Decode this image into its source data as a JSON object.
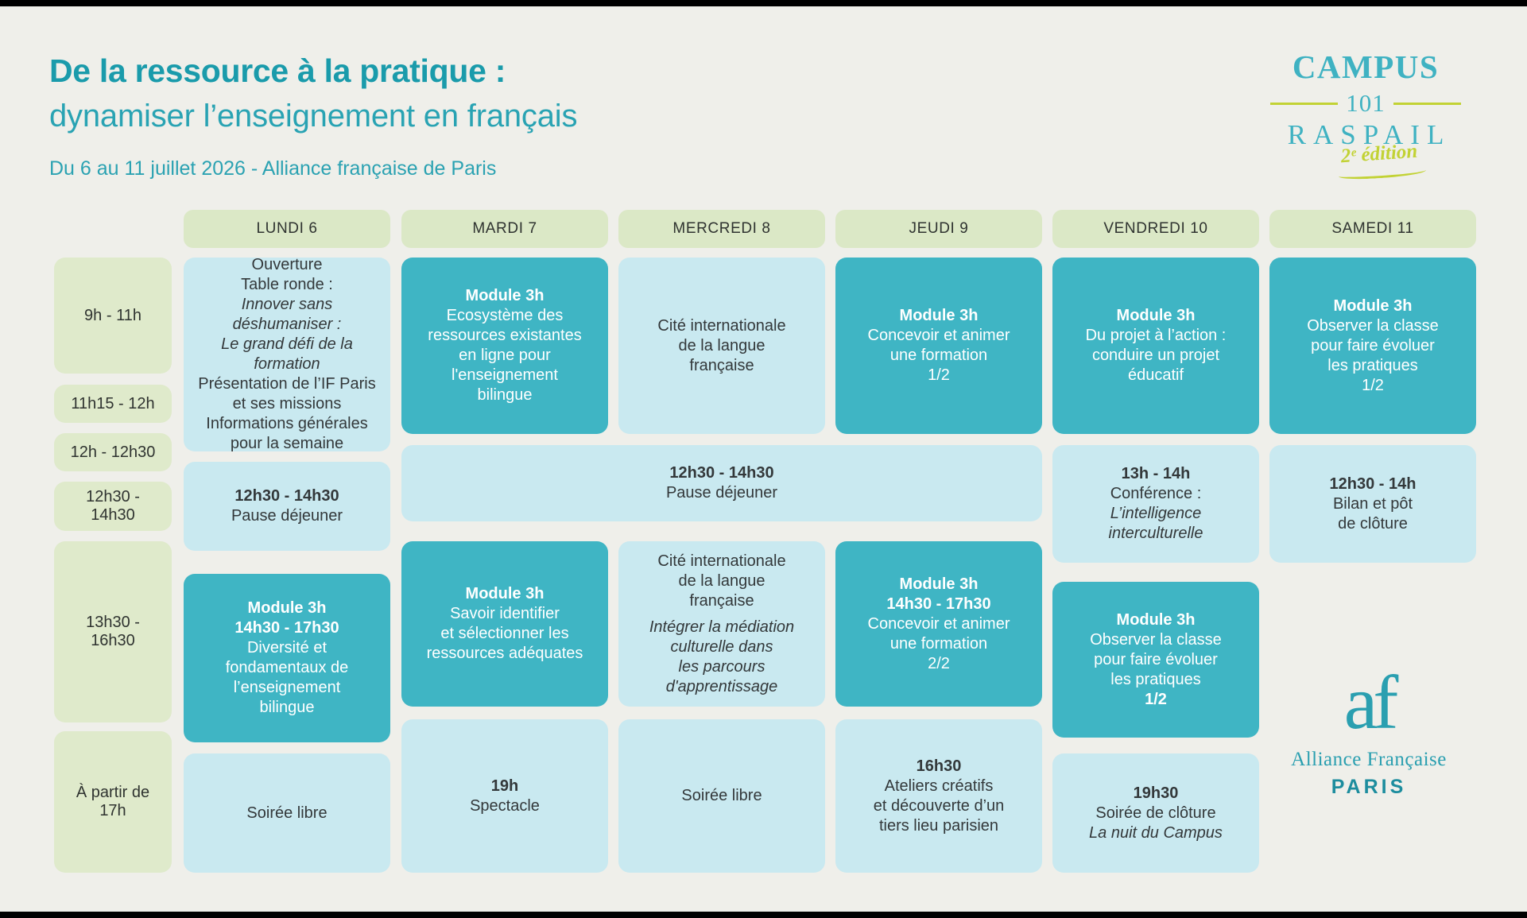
{
  "header": {
    "title_bold": "De la ressource à la pratique :",
    "title_light": "dynamiser l’enseignement en français",
    "subtitle": "Du 6 au 11 juillet 2026 - Alliance française de Paris"
  },
  "campus_logo": {
    "campus": "CAMPUS",
    "number": "101",
    "raspail": "RASPAIL",
    "edition": "2ᵉ édition"
  },
  "af_logo": {
    "mark": "af",
    "name": "Alliance  Française",
    "city": "PARIS"
  },
  "colors": {
    "page_background": "#efefea",
    "teal": "#3fb5c4",
    "light_blue": "#c9e9f0",
    "green": "#dfeacb",
    "title_teal": "#1a9bab",
    "olive": "#c2d234",
    "text_dark": "#33383a"
  },
  "days": [
    {
      "label": "LUNDI 6"
    },
    {
      "label": "MARDI 7"
    },
    {
      "label": "MERCREDI 8"
    },
    {
      "label": "JEUDI 9"
    },
    {
      "label": "VENDREDI 10"
    },
    {
      "label": "SAMEDI 11"
    }
  ],
  "time_slots": [
    {
      "label": "9h - 11h"
    },
    {
      "label": "11h15 - 12h"
    },
    {
      "label": "12h - 12h30"
    },
    {
      "label": "12h30 - 14h30"
    },
    {
      "label": "13h30 - 16h30"
    },
    {
      "label": "À partir de 17h"
    }
  ],
  "cells": {
    "mon_morning": {
      "l1": "Ouverture",
      "l2": "Table ronde :",
      "l3": "Innover sans",
      "l4": "déshumaniser :",
      "l5": "Le grand défi de la",
      "l6": "formation",
      "l7": "Présentation de l’IF Paris",
      "l8": "et ses missions",
      "l9": "Informations générales",
      "l10": "pour la semaine"
    },
    "tue_morning": {
      "head": "Module 3h",
      "l1": "Ecosystème des",
      "l2": "ressources existantes",
      "l3": "en ligne pour",
      "l4": "l'enseignement",
      "l5": "bilingue"
    },
    "wed_morning": {
      "l1": "Cité internationale",
      "l2": "de la langue",
      "l3": "française"
    },
    "thu_morning": {
      "head": "Module 3h",
      "l1": "Concevoir et animer",
      "l2": "une formation",
      "l3": "1/2"
    },
    "fri_morning": {
      "head": "Module 3h",
      "l1": "Du projet à l’action :",
      "l2": "conduire un projet",
      "l3": "éducatif"
    },
    "sat_morning": {
      "head": "Module 3h",
      "l1": "Observer la classe",
      "l2": "pour faire évoluer",
      "l3": "les pratiques",
      "l4": "1/2"
    },
    "mon_lunch": {
      "l1": "12h30 - 14h30",
      "l2": "Pause déjeuner"
    },
    "mid_lunch": {
      "l1": "12h30 - 14h30",
      "l2": "Pause déjeuner"
    },
    "fri_conf": {
      "l1": "13h - 14h",
      "l2": "Conférence :",
      "l3": "L’intelligence",
      "l4": "interculturelle"
    },
    "sat_close": {
      "l1": "12h30 - 14h",
      "l2": "Bilan et pôt",
      "l3": "de clôture"
    },
    "mon_afternoon": {
      "head": "Module 3h",
      "time": "14h30 - 17h30",
      "l1": "Diversité et",
      "l2": "fondamentaux de",
      "l3": "l’enseignement",
      "l4": "bilingue"
    },
    "tue_afternoon": {
      "head": "Module 3h",
      "l1": "Savoir identifier",
      "l2": "et sélectionner les",
      "l3": "ressources adéquates"
    },
    "wed_afternoon": {
      "l1": "Cité internationale",
      "l2": "de la langue",
      "l3": "française",
      "l4": "Intégrer la médiation",
      "l5": "culturelle dans",
      "l6": "les parcours",
      "l7": "d'apprentissage"
    },
    "thu_afternoon": {
      "head": "Module 3h",
      "time": "14h30 - 17h30",
      "l1": "Concevoir et animer",
      "l2": "une formation",
      "l3": "2/2"
    },
    "fri_afternoon": {
      "head": "Module 3h",
      "l1": "Observer la classe",
      "l2": "pour faire évoluer",
      "l3": "les pratiques",
      "l4": "1/2"
    },
    "mon_evening": {
      "l1": "Soirée libre"
    },
    "tue_evening": {
      "l1": "19h",
      "l2": "Spectacle"
    },
    "wed_evening": {
      "l1": "Soirée libre"
    },
    "thu_evening": {
      "l1": "16h30",
      "l2": "Ateliers créatifs",
      "l3": "et découverte d’un",
      "l4": "tiers lieu parisien"
    },
    "fri_evening": {
      "l1": "19h30",
      "l2": "Soirée de clôture",
      "l3": "La nuit du Campus"
    }
  }
}
